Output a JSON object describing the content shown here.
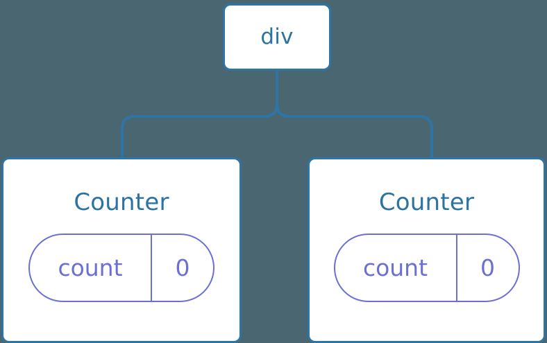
{
  "diagram": {
    "type": "component-tree",
    "background_color": "#4a6771",
    "node_border_color": "#2e74a4",
    "node_fill_color": "#ffffff",
    "label_color": "#2b73a0",
    "state_color": "#6b6fd4",
    "connector_color": "#2e74a4"
  },
  "root": {
    "label": "div"
  },
  "children": [
    {
      "title": "Counter",
      "state": {
        "key": "count",
        "value": "0"
      }
    },
    {
      "title": "Counter",
      "state": {
        "key": "count",
        "value": "0"
      }
    }
  ]
}
